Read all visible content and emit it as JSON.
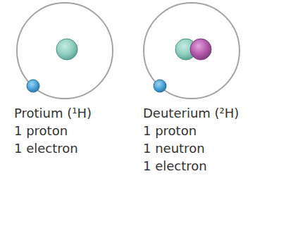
{
  "diagram": {
    "labels": [
      "Protium (¹H)",
      "1 proton",
      "1 electron",
      "Deuterium (²H)",
      "1 proton",
      "1 neutron",
      "1 electron"
    ]
  }
}
